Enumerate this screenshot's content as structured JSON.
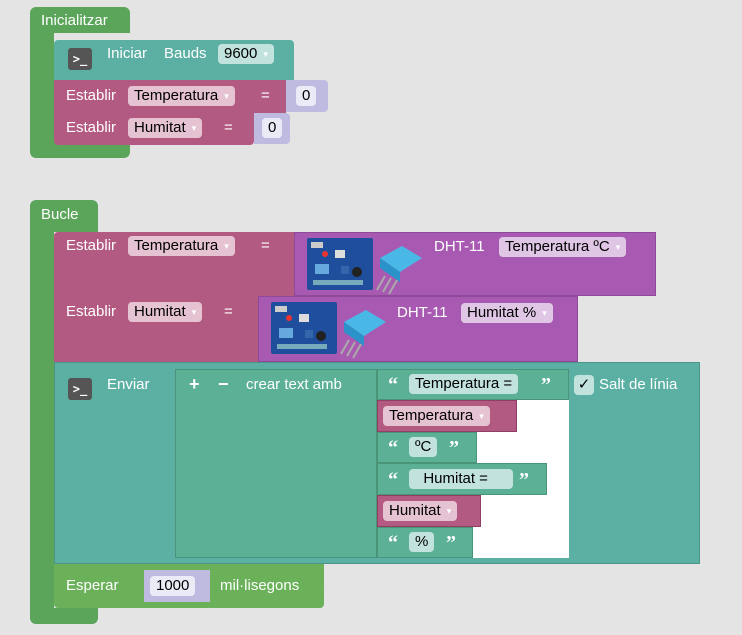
{
  "setup_block": {
    "label": "Inicialitzar",
    "serial_begin": {
      "label": "Iniciar",
      "bauds_label": "Bauds",
      "bauds_value": "9600"
    },
    "set_temperature": {
      "label": "Establir",
      "variable": "Temperatura",
      "equals": "=",
      "value": "0"
    },
    "set_humidity": {
      "label": "Establir",
      "variable": "Humitat",
      "equals": "=",
      "value": "0"
    }
  },
  "loop_block": {
    "label": "Bucle",
    "set_temperature": {
      "label": "Establir",
      "variable": "Temperatura",
      "equals": "=",
      "sensor": "DHT-11",
      "reading": "Temperatura ºC"
    },
    "set_humidity": {
      "label": "Establir",
      "variable": "Humitat",
      "equals": "=",
      "sensor": "DHT-11",
      "reading": "Humitat %"
    },
    "serial_send": {
      "label": "Enviar",
      "newline_label": "Salt de línia",
      "newline_checked": true,
      "join": {
        "plus": "+",
        "minus": "−",
        "label": "crear text amb",
        "items": [
          {
            "type": "text",
            "value": "Temperatura ="
          },
          {
            "type": "variable",
            "value": "Temperatura"
          },
          {
            "type": "text",
            "value": "ºC"
          },
          {
            "type": "text",
            "value": "  Humitat ="
          },
          {
            "type": "variable",
            "value": "Humitat"
          },
          {
            "type": "text",
            "value": "%"
          }
        ]
      }
    },
    "wait": {
      "label": "Esperar",
      "value": "1000",
      "unit": "mil·lisegons"
    }
  },
  "icons": {
    "terminal": ">_",
    "dropdown": "▾",
    "check": "✓",
    "open_quote": "“",
    "close_quote": "”"
  }
}
